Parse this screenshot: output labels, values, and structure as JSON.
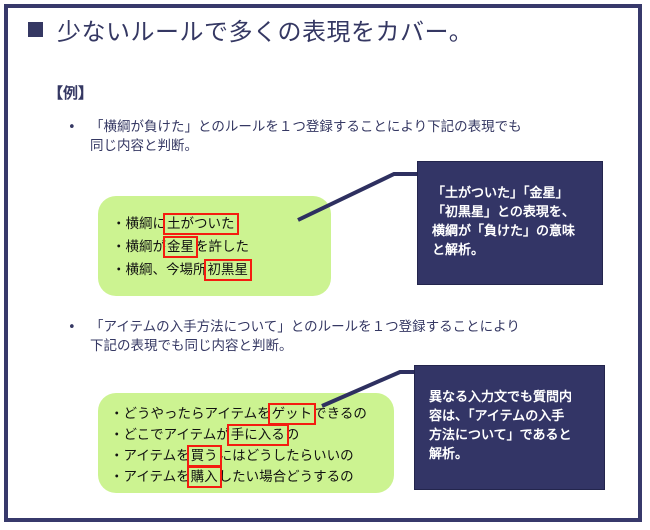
{
  "slide": {
    "title": "少ないルールで多くの表現をカバー。",
    "bullet_marker_icon": "square-bullet-icon",
    "example_label": "【例】",
    "accent_color": "#353863",
    "navy_box_color": "#333566",
    "green_box_color": "#ccf391",
    "highlight_color": "#f41c10",
    "border_color": "#37396b"
  },
  "bullets": [
    {
      "marker": "•",
      "text": "「横綱が負けた」とのルールを１つ登録することにより下記の表現でも\n同じ内容と判断。"
    },
    {
      "marker": "•",
      "text": "「アイテムの入手方法について」とのルールを１つ登録することにより\n下記の表現でも同じ内容と判断。"
    }
  ],
  "examples": [
    {
      "lines": [
        {
          "prefix": "・横綱に",
          "highlight": "土がついた",
          "suffix": ""
        },
        {
          "prefix": "・横綱が",
          "highlight": "金星",
          "suffix": "を許した"
        },
        {
          "prefix": "・横綱、今場所",
          "highlight": "初黒星",
          "suffix": ""
        }
      ],
      "analysis": "「土がついた」「金星」\n「初黒星」との表現を、\n横綱が「負けた」の意味\nと解析。"
    },
    {
      "lines": [
        {
          "prefix": "・どうやったらアイテムを",
          "highlight": "ゲット",
          "suffix": "できるの"
        },
        {
          "prefix": "・どこでアイテムが",
          "highlight": "手に入る",
          "suffix": "の"
        },
        {
          "prefix": "・アイテムを",
          "highlight": "買う",
          "suffix": "にはどうしたらいいの"
        },
        {
          "prefix": "・アイテムを",
          "highlight": "購入",
          "suffix": "したい場合どうするの"
        }
      ],
      "analysis": "異なる入力文でも質問内\n容は、「アイテムの入手\n方法について」であると\n解析。"
    }
  ]
}
